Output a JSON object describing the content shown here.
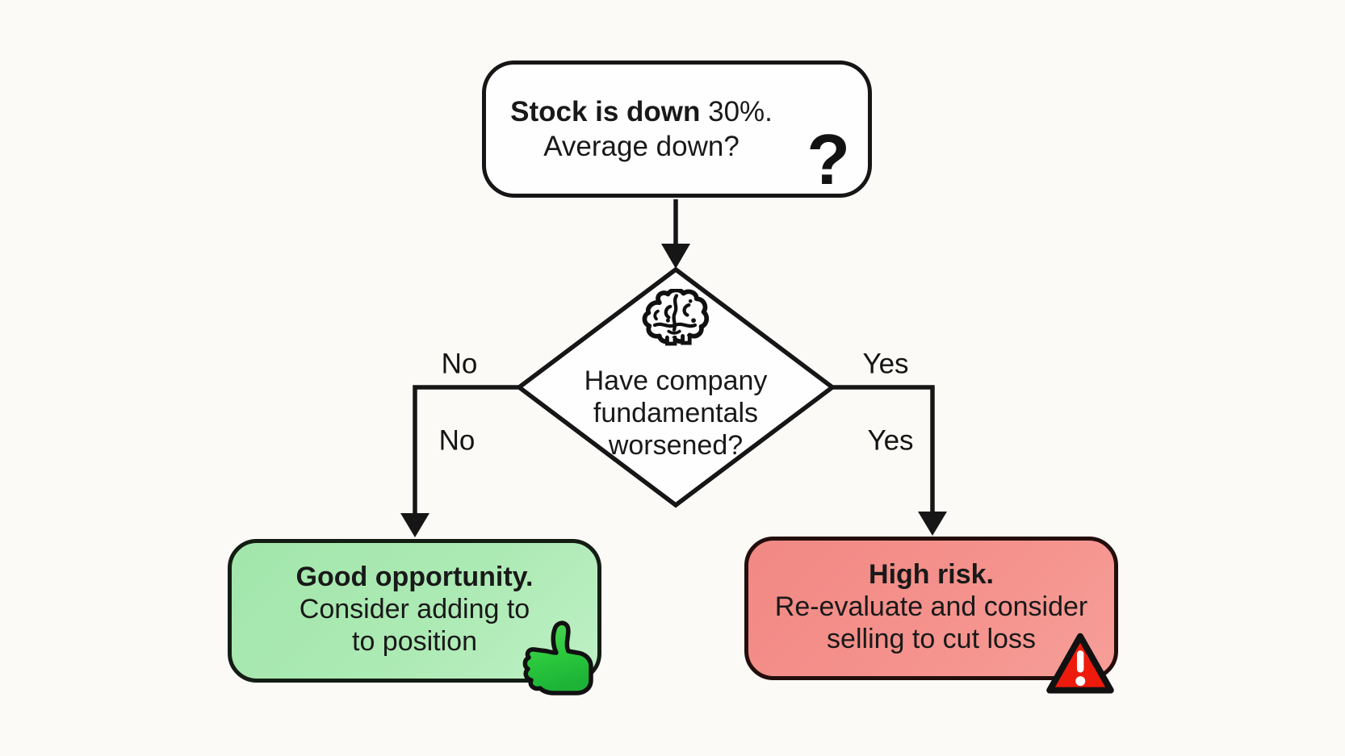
{
  "flowchart": {
    "start_node": {
      "line1_bold": "Stock is down",
      "line1_rest": " 30%.",
      "line2": "Average down?",
      "question_mark": "?"
    },
    "decision_node": {
      "line1": "Have company",
      "line2": "fundamentals",
      "line3": "worsened?"
    },
    "branch_labels": {
      "no_upper": "No",
      "no_lower": "No",
      "yes_upper": "Yes",
      "yes_lower": "Yes"
    },
    "good_node": {
      "title": "Good opportunity.",
      "line2": "Consider adding to",
      "line3": "to position"
    },
    "risk_node": {
      "title": "High risk.",
      "line2": "Re-evaluate and consider",
      "line3": "selling to cut loss"
    }
  },
  "icons": {
    "question_icon": "question-mark",
    "brain_icon": "brain",
    "thumbs_up_icon": "thumbs-up",
    "warning_icon": "warning-triangle"
  },
  "colors": {
    "background": "#fbfaf7",
    "line_black": "#161616",
    "node_fill": "#fefefe",
    "good_fill": "#a6e8af",
    "risk_fill": "#f4918d",
    "thumb_green": "#2bc83d",
    "warning_red": "#ee1b0c"
  }
}
